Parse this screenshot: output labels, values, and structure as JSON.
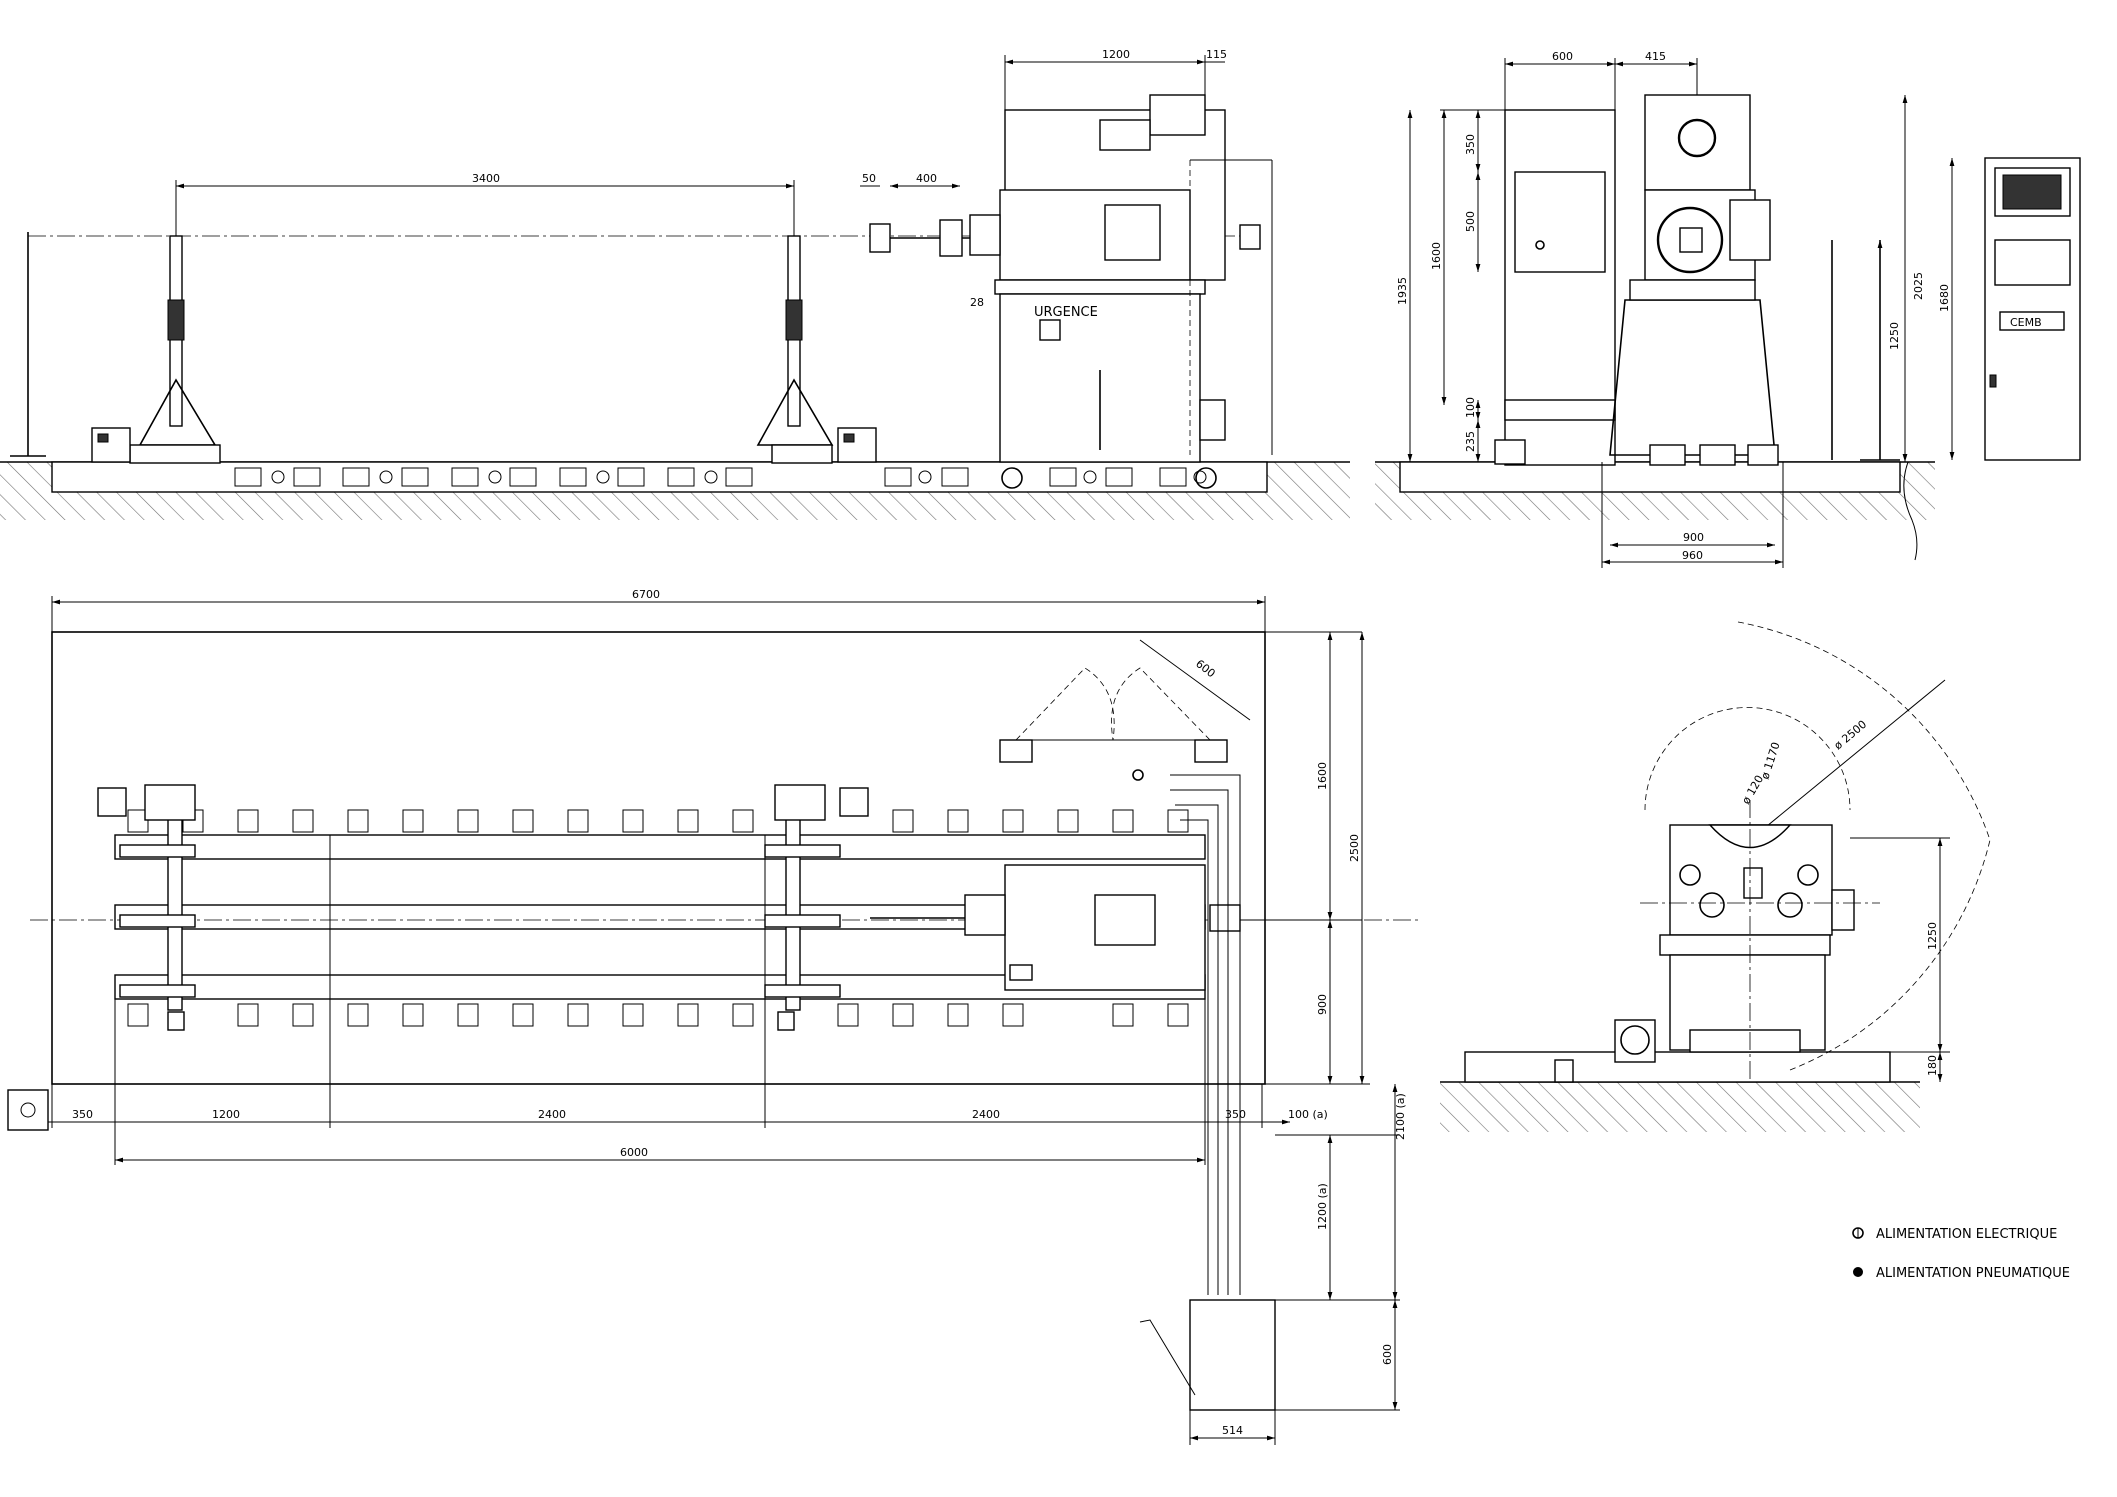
{
  "side_view": {
    "dims": {
      "span_3400": "3400",
      "d_50": "50",
      "d_400": "400",
      "d_1200": "1200",
      "d_115": "115",
      "d_28": "28"
    },
    "label_urgence": "URGENCE"
  },
  "end_view": {
    "dims": {
      "d_600": "600",
      "d_415": "415",
      "d_350": "350",
      "d_500": "500",
      "d_1600": "1600",
      "d_1935": "1935",
      "d_100": "100",
      "d_235": "235",
      "d_2025": "2025",
      "d_1250": "1250",
      "d_1680": "1680",
      "d_900": "900",
      "d_960": "960"
    },
    "cabinet_brand": "CEMB"
  },
  "plan_view": {
    "dims": {
      "overall_6700": "6700",
      "d_600_arc": "600",
      "d_1600": "1600",
      "d_2500": "2500",
      "d_900": "900",
      "d_350_left": "350",
      "d_1200": "1200",
      "d_2400_a": "2400",
      "d_2400_b": "2400",
      "d_350_right": "350",
      "d_100_a": "100 (a)",
      "d_6000": "6000",
      "d_2100_a": "2100 (a)",
      "d_1200_a": "1200 (a)",
      "d_600_box": "600",
      "d_514": "514"
    }
  },
  "section_view": {
    "dims": {
      "dia_2500": "ø 2500",
      "dia_1170": "ø 1170",
      "dia_120": "ø 120",
      "d_1250": "1250",
      "d_180": "180"
    }
  },
  "legend": [
    {
      "symbol": "power-symbol",
      "label": "ALIMENTATION ELECTRIQUE"
    },
    {
      "symbol": "air-symbol",
      "label": "ALIMENTATION PNEUMATIQUE"
    }
  ]
}
